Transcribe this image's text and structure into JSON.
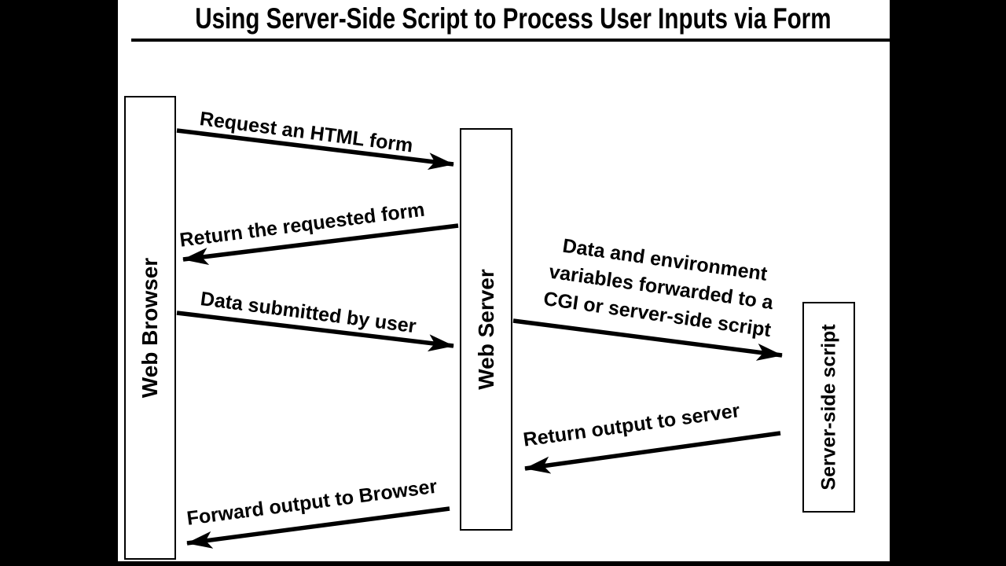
{
  "title": "Using Server-Side Script to Process User Inputs via Form",
  "actors": [
    {
      "id": "web-browser",
      "label": "Web Browser"
    },
    {
      "id": "web-server",
      "label": "Web Server"
    },
    {
      "id": "server-side-script",
      "label": "Server-side script"
    }
  ],
  "messages": [
    {
      "from": "Web Browser",
      "to": "Web Server",
      "direction": "right",
      "lines": [
        "Request an HTML form"
      ]
    },
    {
      "from": "Web Server",
      "to": "Web Browser",
      "direction": "left",
      "lines": [
        "Return the requested form"
      ]
    },
    {
      "from": "Web Browser",
      "to": "Web Server",
      "direction": "right",
      "lines": [
        "Data submitted by user"
      ]
    },
    {
      "from": "Web Server",
      "to": "Server-side script",
      "direction": "right",
      "lines": [
        "Data and environment",
        "variables forwarded to a",
        "CGI or server-side script"
      ]
    },
    {
      "from": "Server-side script",
      "to": "Web Server",
      "direction": "left",
      "lines": [
        "Return output to server"
      ]
    },
    {
      "from": "Web Server",
      "to": "Web Browser",
      "direction": "left",
      "lines": [
        "Forward output to Browser"
      ]
    }
  ],
  "colors": {
    "ink": "#000000",
    "paper": "#ffffff",
    "letterbox": "#000000"
  }
}
